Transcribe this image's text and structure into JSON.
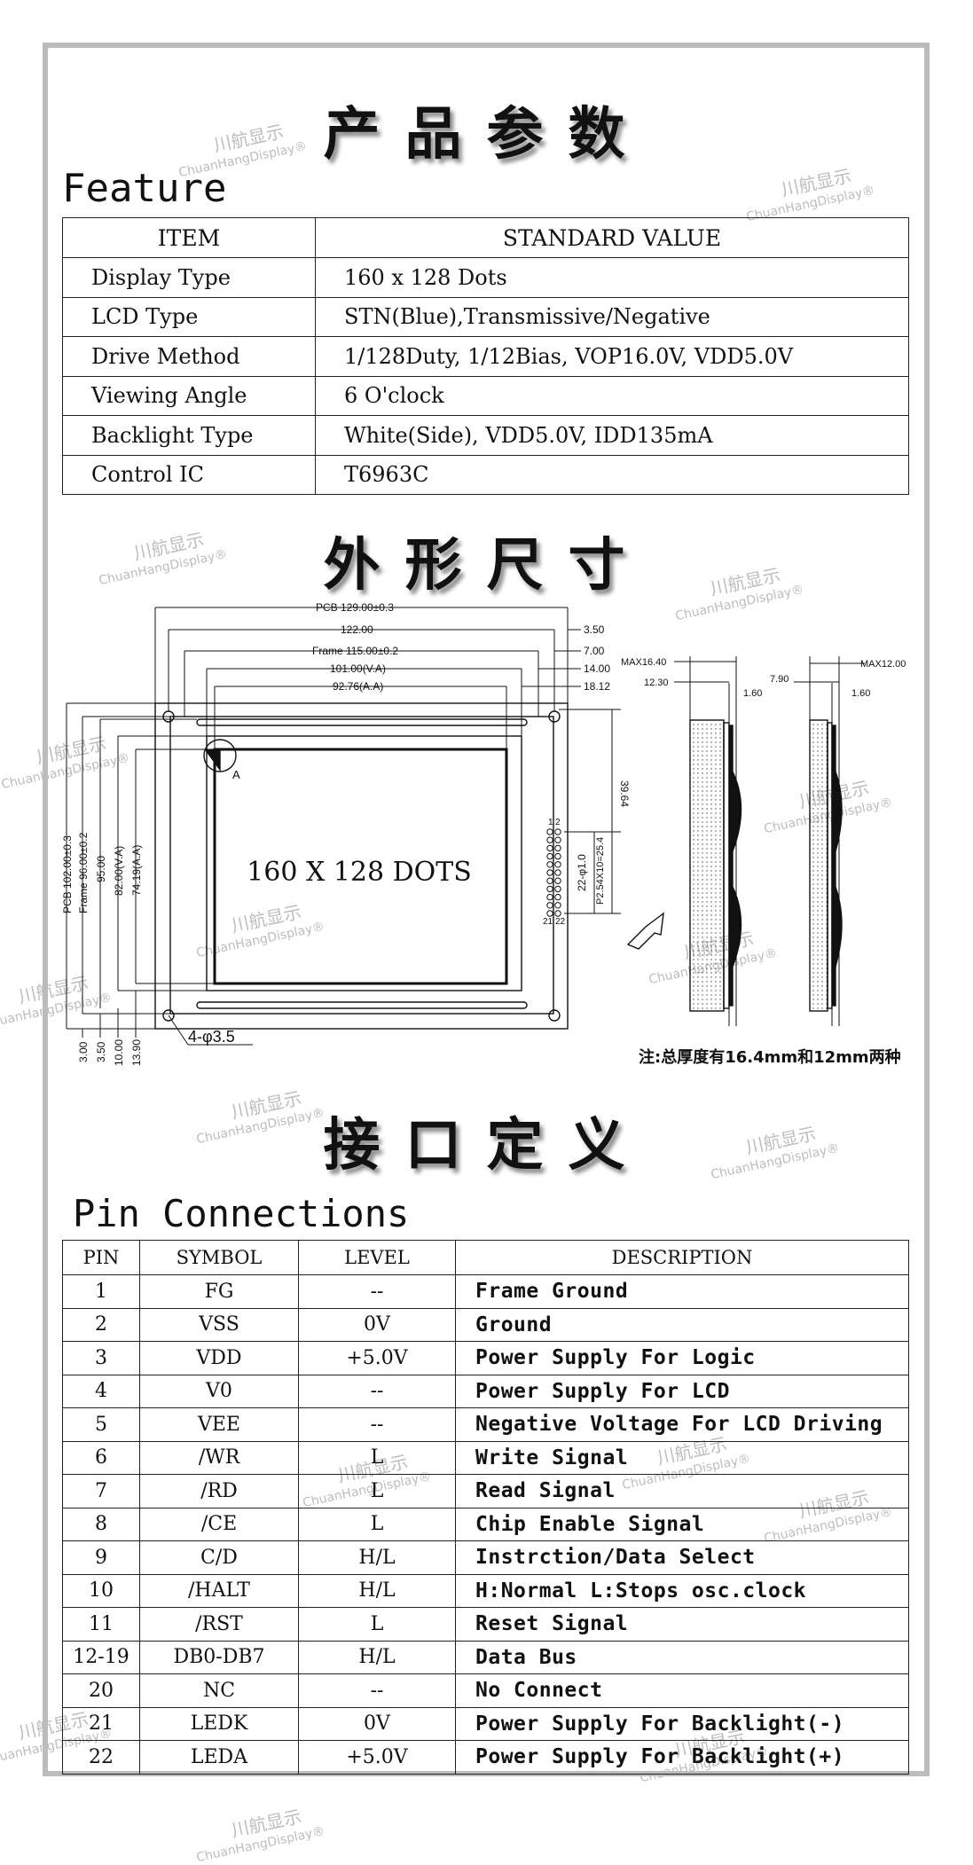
{
  "headings": {
    "params": "产品参数",
    "outline": "外形尺寸",
    "interface": "接口定义"
  },
  "feature": {
    "title": "Feature",
    "col_item": "ITEM",
    "col_value": "STANDARD VALUE",
    "rows": [
      {
        "item": "Display Type",
        "value": "160 x 128 Dots"
      },
      {
        "item": "LCD Type",
        "value": "STN(Blue),Transmissive/Negative"
      },
      {
        "item": "Drive Method",
        "value": "1/128Duty, 1/12Bias, VOP16.0V, VDD5.0V"
      },
      {
        "item": "Viewing Angle",
        "value": "6 O'clock"
      },
      {
        "item": "Backlight Type",
        "value": "White(Side), VDD5.0V, IDD135mA"
      },
      {
        "item": "Control IC",
        "value": "T6963C"
      }
    ]
  },
  "drawing": {
    "dots_label": "160 X 128 DOTS",
    "top_dims": [
      "PCB 129.00±0.3",
      "122.00",
      "Frame 115.00±0.2",
      "101.00(V.A)",
      "92.76(A.A)"
    ],
    "right_top_dims": [
      "3.50",
      "7.00",
      "14.00",
      "18.12"
    ],
    "left_dims": [
      "PCB 102.00±0.3",
      "Frame 96.00±0.2",
      "95.00",
      "82.00(V.A)",
      "74.19(A.A)"
    ],
    "bottom_dims": [
      "3.00",
      "3.50",
      "10.00",
      "13.90"
    ],
    "hole_label": "4-φ3.5",
    "pin_label": "22-φ1.0",
    "pitch_label": "P2.54X10=25.4",
    "dim_39": "39.64",
    "pin_one": "1",
    "pin_two": "2",
    "pin_twentyone": "21",
    "pin_twentytwo": "22",
    "corner_label": "A",
    "side1_max": "MAX16.40",
    "side1_a": "12.30",
    "side1_b": "1.60",
    "side2_max": "MAX12.00",
    "side2_a": "7.90",
    "side2_b": "1.60",
    "thickness_note": "注:总厚度有16.4mm和12mm两种"
  },
  "pins": {
    "title": "Pin Connections",
    "headers": [
      "PIN",
      "SYMBOL",
      "LEVEL",
      "DESCRIPTION"
    ],
    "rows": [
      {
        "pin": "1",
        "symbol": "FG",
        "level": "--",
        "desc": "Frame Ground"
      },
      {
        "pin": "2",
        "symbol": "VSS",
        "level": "0V",
        "desc": "Ground"
      },
      {
        "pin": "3",
        "symbol": "VDD",
        "level": "+5.0V",
        "desc": "Power Supply For Logic"
      },
      {
        "pin": "4",
        "symbol": "V0",
        "level": "--",
        "desc": "Power Supply For LCD"
      },
      {
        "pin": "5",
        "symbol": "VEE",
        "level": "--",
        "desc": "Negative Voltage For LCD Driving"
      },
      {
        "pin": "6",
        "symbol": "/WR",
        "level": "L",
        "desc": "Write Signal"
      },
      {
        "pin": "7",
        "symbol": "/RD",
        "level": "L",
        "desc": "Read Signal"
      },
      {
        "pin": "8",
        "symbol": "/CE",
        "level": "L",
        "desc": "Chip Enable Signal"
      },
      {
        "pin": "9",
        "symbol": "C/D",
        "level": "H/L",
        "desc": "Instrction/Data Select"
      },
      {
        "pin": "10",
        "symbol": "/HALT",
        "level": "H/L",
        "desc": "H:Normal L:Stops osc.clock"
      },
      {
        "pin": "11",
        "symbol": "/RST",
        "level": "L",
        "desc": "Reset Signal"
      },
      {
        "pin": "12-19",
        "symbol": "DB0-DB7",
        "level": "H/L",
        "desc": "Data Bus"
      },
      {
        "pin": "20",
        "symbol": "NC",
        "level": "--",
        "desc": "No Connect"
      },
      {
        "pin": "21",
        "symbol": "LEDK",
        "level": "0V",
        "desc": "Power Supply For Backlight(-)"
      },
      {
        "pin": "22",
        "symbol": "LEDA",
        "level": "+5.0V",
        "desc": "Power Supply For Backlight(+)"
      }
    ]
  },
  "watermark": {
    "cn": "川航显示",
    "en": "ChuanHangDisplay®"
  }
}
